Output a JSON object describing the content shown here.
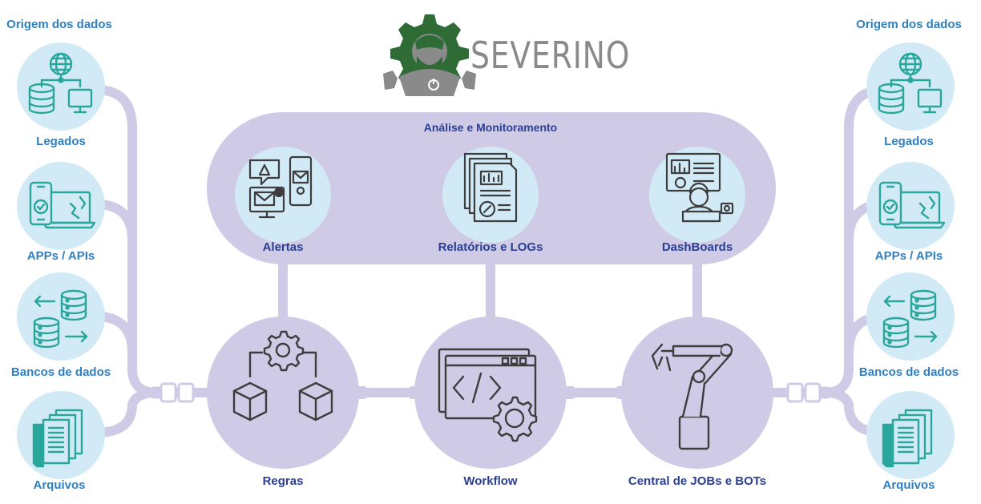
{
  "brand": {
    "name": "SEVERINO",
    "gear_color": "#2e6b35",
    "gray_color": "#8a8a8a"
  },
  "left_column": {
    "title": "Origem dos dados",
    "items": [
      {
        "label": "Legados",
        "icon": "globe-server-monitor-icon"
      },
      {
        "label": "APPs / APIs",
        "icon": "phone-laptop-icon"
      },
      {
        "label": "Bancos de dados",
        "icon": "database-transfer-icon"
      },
      {
        "label": "Arquivos",
        "icon": "files-icon"
      }
    ]
  },
  "right_column": {
    "title": "Origem dos dados",
    "items": [
      {
        "label": "Legados",
        "icon": "globe-server-monitor-icon"
      },
      {
        "label": "APPs / APIs",
        "icon": "phone-laptop-icon"
      },
      {
        "label": "Bancos de dados",
        "icon": "database-transfer-icon"
      },
      {
        "label": "Arquivos",
        "icon": "files-icon"
      }
    ]
  },
  "monitoring": {
    "title": "Análise e Monitoramento",
    "items": [
      {
        "label": "Alertas",
        "icon": "alerts-icon"
      },
      {
        "label": "Relatórios e LOGs",
        "icon": "reports-icon"
      },
      {
        "label": "DashBoards",
        "icon": "dashboard-icon"
      }
    ]
  },
  "pipeline": [
    {
      "label": "Regras",
      "icon": "gear-cubes-icon"
    },
    {
      "label": "Workflow",
      "icon": "code-window-gear-icon"
    },
    {
      "label": "Central de JOBs e BOTs",
      "icon": "robot-arm-icon"
    }
  ],
  "colors": {
    "source_circle": "#d2eaf5",
    "line_lavender": "#cfcbe6",
    "icon_teal": "#2aa79d",
    "icon_dark": "#3d3d3d",
    "label_blue": "#2f7fbf",
    "label_navy": "#2a3e92"
  }
}
